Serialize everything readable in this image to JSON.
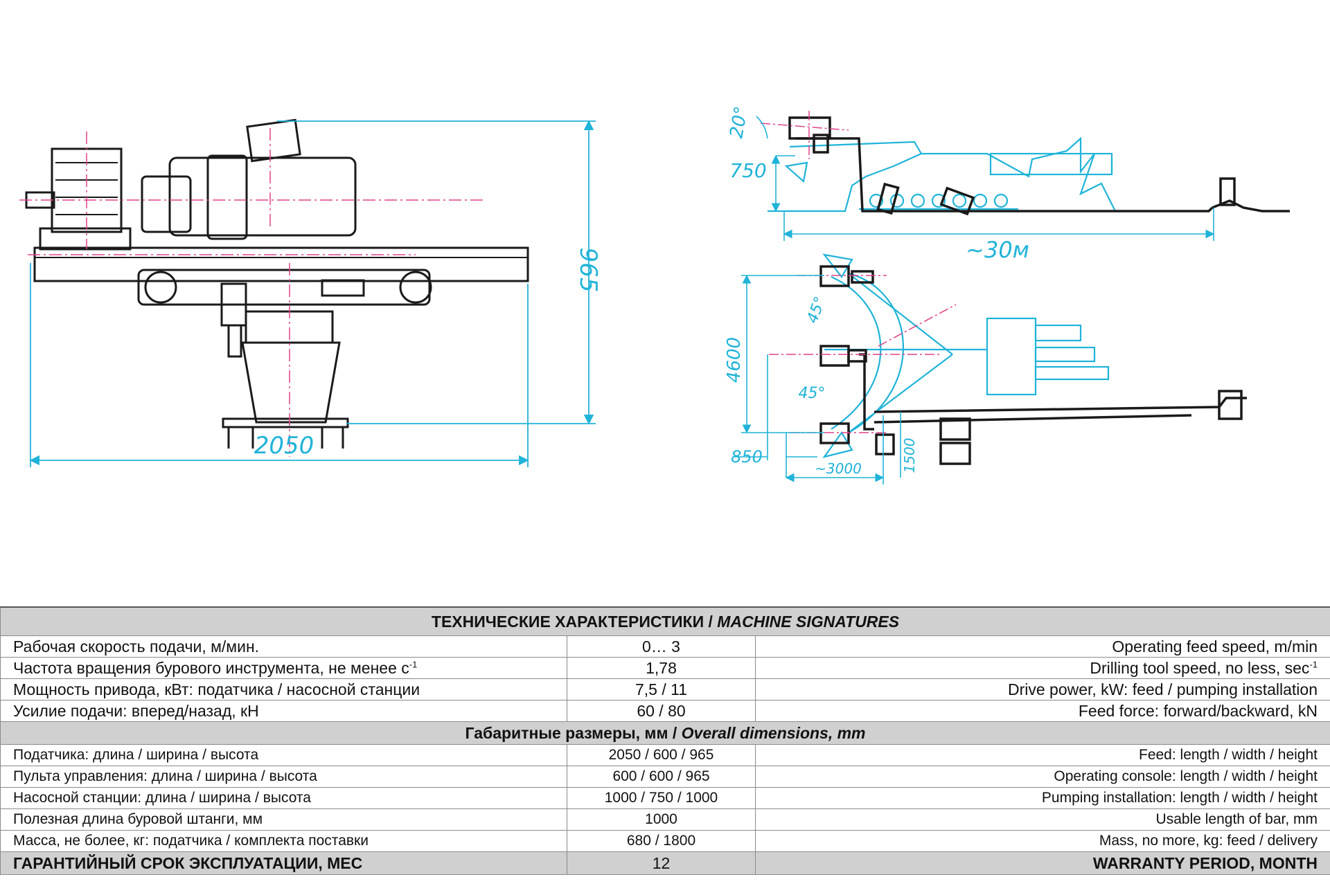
{
  "drawings": {
    "front_view": {
      "width_dim": "2050",
      "height_dim": "965"
    },
    "side_view": {
      "angle_dim": "20°",
      "height_dim": "750",
      "length_dim": "~30м"
    },
    "plan_view": {
      "width_dim": "4600",
      "offset_dim": "850",
      "depth_dim": "~3000",
      "side_dim": "1500",
      "angle_top": "45°",
      "angle_bottom": "45°"
    },
    "colors": {
      "outline": "#1a1a1a",
      "dimension": "#1fb3d9",
      "axis": "#e0408a"
    }
  },
  "table": {
    "title_ru": "ТЕХНИЧЕСКИЕ ХАРАКТЕРИСТИКИ / ",
    "title_en": "MACHINE SIGNATURES",
    "rows": [
      {
        "ru": "Рабочая скорость подачи, м/мин.",
        "value": "0… 3",
        "en": "Operating feed speed, m/min"
      },
      {
        "ru": "Частота вращения бурового инструмента, не менее с",
        "ru_sup": "-1",
        "value": "1,78",
        "en": "Drilling tool speed, no less, sec",
        "en_sup": "-1"
      },
      {
        "ru": "Мощность привода, кВт: податчика / насосной станции",
        "value": "7,5 / 11",
        "en": "Drive power, kW:  feed / pumping installation"
      },
      {
        "ru": "Усилие подачи: вперед/назад, кН",
        "value": "60 / 80",
        "en": "Feed force: forward/backward, kN"
      }
    ],
    "dimensions_header_ru": "Габаритные размеры, мм / ",
    "dimensions_header_en": "Overall dimensions, mm",
    "dimension_rows": [
      {
        "ru": "Податчика: длина / ширина / высота",
        "value": "2050 / 600 / 965",
        "en": "Feed: length / width / height"
      },
      {
        "ru": "Пульта управления:   длина / ширина / высота",
        "value": "600 / 600 / 965",
        "en": "Operating console: length / width / height"
      },
      {
        "ru": "Насосной станции: длина / ширина / высота",
        "value": "1000 / 750 / 1000",
        "en": "Pumping installation: length / width / height"
      },
      {
        "ru": "Полезная длина буровой штанги, мм",
        "value": "1000",
        "en": "Usable length of bar, mm"
      },
      {
        "ru": "Масса, не более, кг: податчика  / комплекта поставки",
        "value": "680 / 1800",
        "en": "Mass, no more, kg: feed / delivery"
      }
    ],
    "warranty": {
      "ru": "ГАРАНТИЙНЫЙ СРОК ЭКСПЛУАТАЦИИ, МЕС",
      "value": "12",
      "en": "WARRANTY PERIOD, MONTH"
    }
  }
}
